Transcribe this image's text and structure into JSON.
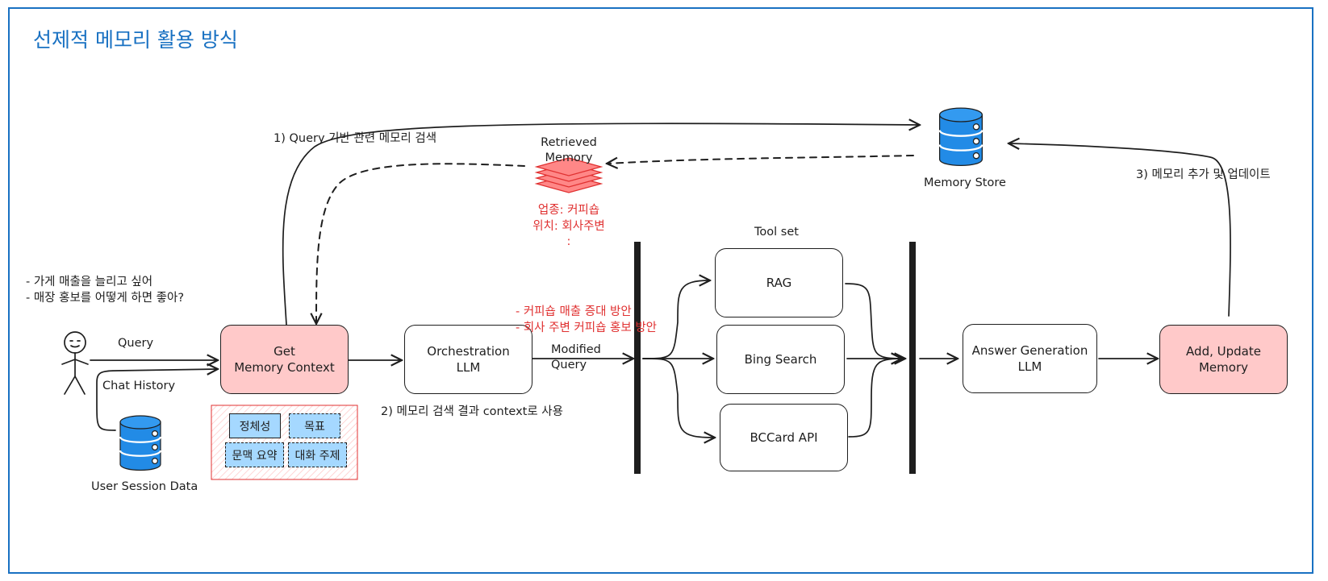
{
  "title": "선제적 메모리 활용 방식",
  "user_queries": [
    "- 가게 매출을 늘리고 싶어",
    "- 매장 홍보를 어떻게 하면 좋아?"
  ],
  "labels": {
    "query": "Query",
    "chat_history": "Chat History",
    "user_session_data": "User Session Data",
    "step1": "1) Query 기반 관련 메모리 검색",
    "step2": "2) 메모리 검색 결과 context로 사용",
    "step3": "3) 메모리 추가 및 업데이트",
    "retrieved_memory_line1": "Retrieved",
    "retrieved_memory_line2": "Memory",
    "memory_store": "Memory Store",
    "modified_query_line1": "Modified",
    "modified_query_line2": "Query",
    "tool_set": "Tool set"
  },
  "retrieved_values": [
    "업종: 커피숍",
    "위치: 회사주변",
    ":"
  ],
  "modified_queries": [
    "- 커피숍 매출 증대 방안",
    "- 회사 주변 커피숍 홍보 방안"
  ],
  "nodes": {
    "get_memory_context": "Get\nMemory Context",
    "orchestration_llm": "Orchestration\nLLM",
    "rag": "RAG",
    "bing_search": "Bing Search",
    "bccard_api": "BCCard API",
    "answer_generation_llm": "Answer Generation\nLLM",
    "add_update_memory": "Add, Update\nMemory"
  },
  "context_tags": [
    "정체성",
    "목표",
    "문맥 요약",
    "대화 주제"
  ],
  "icons": {
    "user": "stick-figure-icon",
    "session_db": "database-icon",
    "memory_store": "database-icon",
    "retrieved_memory": "stacked-layers-icon"
  },
  "colors": {
    "title": "#1971c2",
    "frame": "#1971c2",
    "highlight_fill": "#ffc9c9",
    "tag_fill": "#a5d8ff",
    "db_fill": "#228be6",
    "annotation_text": "#e03131",
    "stroke": "#1e1e1e"
  }
}
